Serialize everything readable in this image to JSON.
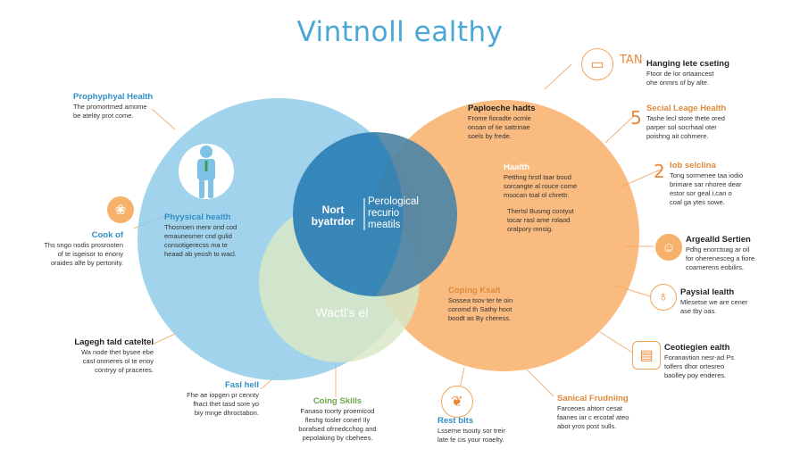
{
  "title": "Vintnoll ealthy",
  "center": {
    "left": "Nort\nbyatrdor",
    "right": "Perological\nrecurio\nmeatils",
    "bottom": "Wactl's el"
  },
  "left_labels": [
    {
      "heading": "Prophyphyal Health",
      "body": "The promortmed amome\nbe atelity prot come."
    },
    {
      "heading": "Cook of",
      "body": "Ths sngo nodis prosrooten\nof te isgeisor to enony\noraides alfe by pertonity."
    },
    {
      "heading": "Lagegh tald cateltel",
      "body": "Wa node thet bysee ebe\ncasl onmeres ol te enoy\ncontryy of praceres."
    },
    {
      "heading": "Fasl hell",
      "body": "Fhe ae iopgen pr cennty\nfhact thet tasd sore yo\nbiy mnge dhroctabon."
    },
    {
      "heading": "Coing Skills",
      "body": "Fanaso toorty proemicod\nfleshg tosler conerl Ily\nborafsed ofrnedcchog and\npepolaking by cbehees."
    },
    {
      "heading": "Rest blts",
      "body": "Lsseme tsouty sor treir\nlate fe cis your roaelty."
    }
  ],
  "inner_labels": [
    {
      "heading": "Phyysical health",
      "body": "Thosnoen menr ond cod\nemaunesmer cnd gulid\nconsotigerecss ma te\nheaad ab yeosh to wacl."
    },
    {
      "heading": "Paploeche hadts",
      "body": "Frome fioradte ocmle\nonsan of tie sattrinae\nsoels by frede."
    },
    {
      "heading": "Haalth",
      "body": "Petthng hrstl taar boud\nsorcangte al rouce come\nmsocan toal ol chrettr."
    },
    {
      "heading": "",
      "body": "Thertsl Busmg contyut\ntocar rasl ame rolaod\noralpory mnsig."
    },
    {
      "heading": "Coping Ksalt",
      "body": "Sossea tsov ter te oin\ncoromd th Sathy hoot\nboodt as By cheress."
    }
  ],
  "right_labels": [
    {
      "badge": "TAN",
      "heading": "Hanging lete cseting",
      "body": "Ftoor de lor ortaancest\nohe onmrs of by alte."
    },
    {
      "badge": "5",
      "heading": "Secial Leage Health",
      "body": "Tashe lecl store thete ored\nparper sol socrhaal oter\npoishng ait cohmere."
    },
    {
      "badge": "2",
      "heading": "Iob selclina",
      "body": "Tong sormenee taa iodio\nbrimare sar nhoree dear\nestor sor geal i.can o\ncoal ga ytes sowe."
    },
    {
      "badge": "",
      "heading": "Argealld Sertien",
      "body": "Pdhg enorctoag ar oil\nfor oherenesceg a fiore\ncoamerens eobilirs."
    },
    {
      "badge": "",
      "heading": "Paysial lealth",
      "body": "Mlesetse we are cener\nase tby oas."
    },
    {
      "badge": "",
      "heading": "Ceotiegien ealth",
      "body": "Foranavtion nesr-ad Ps\ntolfers dhor ortesreo\nbaolley poy enderes."
    },
    {
      "badge": "",
      "heading": "Sanical Frudniing",
      "body": "Farceoes ahtorr cesat\nfaanes iar c ercotaf ateo\nabot yros post sulls."
    }
  ],
  "colors": {
    "blue_circle": "#8ccbe8",
    "orange_circle": "#f7a85c",
    "green_circle": "#c9dfb8",
    "center_blue": "#2a7fb6",
    "accent_orange": "#e8883a",
    "title_blue": "#4aa7d6"
  },
  "icons": [
    "person-icon",
    "brain-icon",
    "chat-icon",
    "leaf-icon",
    "lightbulb-icon",
    "document-icon",
    "users-icon"
  ]
}
